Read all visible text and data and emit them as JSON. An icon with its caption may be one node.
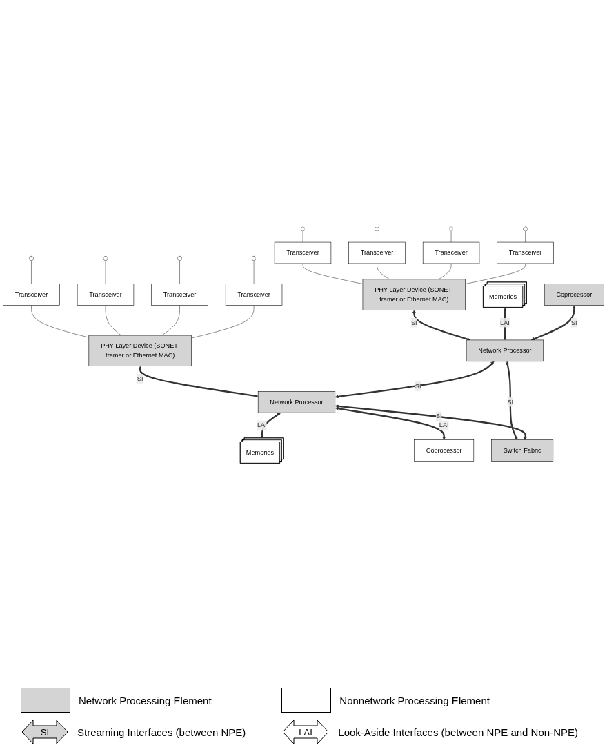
{
  "diagram": {
    "nodes": [
      {
        "text": [
          "Transceiver"
        ]
      },
      {
        "text": [
          "Transceiver"
        ]
      },
      {
        "text": [
          "Transceiver"
        ]
      },
      {
        "text": [
          "Transceiver"
        ]
      },
      {
        "text": [
          "Transceiver"
        ]
      },
      {
        "text": [
          "Transceiver"
        ]
      },
      {
        "text": [
          "Transceiver"
        ]
      },
      {
        "text": [
          "Transceiver"
        ]
      },
      {
        "text": [
          "PHY Layer Device (SONET framer or Ethernet MAC)"
        ]
      },
      {
        "text": [
          "PHY Layer Device (SONET framer or Ethernet MAC)"
        ]
      },
      {
        "text": [
          "Memories"
        ]
      },
      {
        "text": [
          "Network Processor"
        ]
      },
      {
        "text": [
          "Network Processor"
        ]
      },
      {
        "text": [
          "Memories"
        ]
      },
      {
        "text": [
          "Coprocessor"
        ]
      },
      {
        "text": [
          "Coprocessor"
        ]
      },
      {
        "text": [
          "Switch Fabric"
        ]
      }
    ],
    "edges": [
      {
        "from": 0,
        "to": null,
        "arrow": "other"
      },
      {
        "from": 1,
        "to": null,
        "arrow": "other"
      },
      {
        "from": 2,
        "to": null,
        "arrow": "other"
      },
      {
        "from": 3,
        "to": null,
        "arrow": "other"
      },
      {
        "from": 4,
        "to": null,
        "arrow": "other"
      },
      {
        "from": 5,
        "to": null,
        "arrow": "other"
      },
      {
        "from": 6,
        "to": null,
        "arrow": "other"
      },
      {
        "from": 7,
        "to": null,
        "arrow": "other"
      },
      {
        "from": 0,
        "to": 8,
        "arrow": "none"
      },
      {
        "from": 1,
        "to": 8,
        "arrow": "none"
      },
      {
        "from": 2,
        "to": 8,
        "arrow": "none"
      },
      {
        "from": 3,
        "to": 8,
        "arrow": "none"
      },
      {
        "from": 4,
        "to": 9,
        "arrow": "none"
      },
      {
        "from": 5,
        "to": 9,
        "arrow": "none"
      },
      {
        "from": 6,
        "to": 9,
        "arrow": "none"
      },
      {
        "from": 7,
        "to": 9,
        "arrow": "none"
      },
      {
        "from": 8,
        "to": 11,
        "arrow": "both",
        "label": "SI",
        "style": "thick"
      },
      {
        "from": 9,
        "to": 12,
        "arrow": "both",
        "label": "SI",
        "style": "thick"
      },
      {
        "from": 10,
        "to": 11,
        "arrow": "both",
        "label": "LAI",
        "style": "thick"
      },
      {
        "from": 11,
        "to": 12,
        "arrow": "both",
        "label": "SI",
        "style": "thick"
      },
      {
        "from": 12,
        "to": 13,
        "arrow": "both",
        "label": "LAI",
        "style": "thick"
      },
      {
        "from": 14,
        "to": 11,
        "arrow": "both",
        "label": "SI",
        "style": "thick"
      },
      {
        "from": 12,
        "to": 15,
        "arrow": "both",
        "label": "LAI",
        "style": "thick"
      },
      {
        "from": 11,
        "to": 16,
        "arrow": "both",
        "label": "SI",
        "style": "thick"
      },
      {
        "from": 12,
        "to": 16,
        "arrow": "both",
        "label": "SI",
        "style": "thick"
      }
    ],
    "labels": [
      "SI",
      "LAI"
    ],
    "legend": [
      {
        "text": "Network Processing Element",
        "color": "#d4d4d4"
      },
      {
        "text": "Nonnetwork Processing Element",
        "color": "#ffffff"
      },
      {
        "text": "Streaming Interfaces (between NPE)"
      },
      {
        "text": "Look-Aside Interfaces (between NPE and Non-NPE)"
      }
    ]
  }
}
